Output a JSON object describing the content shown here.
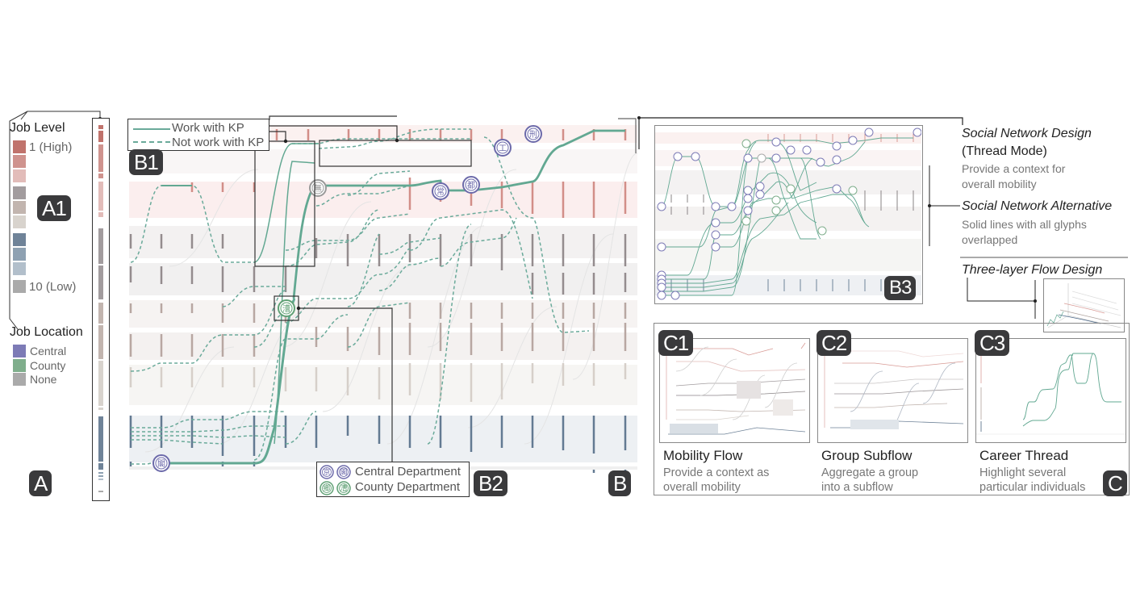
{
  "panel_a": {
    "badge": "A",
    "sub_badge": "A1",
    "job_level": {
      "title": "Job Level",
      "high_label": "1 (High)",
      "low_label": "10 (Low)",
      "colors": [
        "#c0736c",
        "#cf938e",
        "#e2bcb9",
        "#a29c9e",
        "#c2b5af",
        "#d8d3cd",
        "#6f8398",
        "#8ea1b2",
        "#b2bfcb",
        "#aaaaaa"
      ]
    },
    "job_location": {
      "title": "Job Location",
      "items": [
        {
          "label": "Central",
          "color": "#7d7bb6"
        },
        {
          "label": "County",
          "color": "#7fae8c"
        },
        {
          "label": "None",
          "color": "#aaaaaa"
        }
      ]
    }
  },
  "panel_b": {
    "badge": "B",
    "b1": {
      "badge": "B1",
      "legend": [
        {
          "label": "Work with KP",
          "style": "solid"
        },
        {
          "label": "Not work with KP",
          "style": "dashed"
        }
      ]
    },
    "b2": {
      "badge": "B2",
      "legend": [
        {
          "glyphs": [
            "京",
            "閣"
          ],
          "label": "Central Department",
          "color": "#6c6aaa"
        },
        {
          "glyphs": [
            "鄉",
            "漕"
          ],
          "label": "County Department",
          "color": "#5fa074"
        }
      ]
    },
    "b3": {
      "badge": "B3"
    },
    "thread_color": "#5fa590",
    "glyphs": {
      "start": "閣",
      "county": "漕",
      "none": "無",
      "g1": "常",
      "g2": "都",
      "g3": "工",
      "g4": "刑"
    }
  },
  "annotations": {
    "social_network_design": {
      "title": "Social Network Design",
      "subtitle": "(Thread Mode)",
      "desc_line1": "Provide a context for",
      "desc_line2": "overall mobility"
    },
    "social_network_alternative": {
      "title": "Social Network Alternative",
      "desc_line1": "Solid lines with all glyphs",
      "desc_line2": "overlapped"
    },
    "three_layer": {
      "title": "Three-layer Flow Design"
    }
  },
  "panel_c": {
    "badge": "C",
    "items": [
      {
        "badge": "C1",
        "title": "Mobility Flow",
        "desc_line1": "Provide a context as",
        "desc_line2": "overall mobility"
      },
      {
        "badge": "C2",
        "title": "Group Subflow",
        "desc_line1": "Aggregate a group",
        "desc_line2": "into a subflow"
      },
      {
        "badge": "C3",
        "title": "Career Thread",
        "desc_line1": "Highlight several",
        "desc_line2": "particular individuals"
      }
    ]
  }
}
